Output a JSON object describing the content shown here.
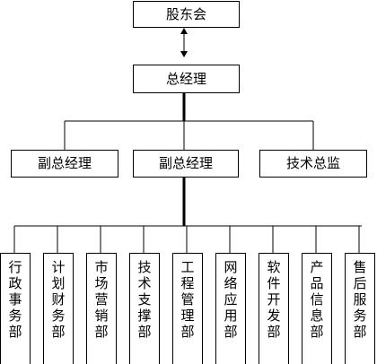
{
  "org_chart": {
    "top": "股东会",
    "gm": "总经理",
    "level3": [
      "副总经理",
      "副总经理",
      "技术总监"
    ],
    "departments": [
      "行政事务部",
      "计划财务部",
      "市场营销部",
      "技术支撑部",
      "工程管理部",
      "网络应用部",
      "软件开发部",
      "产品信息部",
      "售后服务部"
    ]
  }
}
